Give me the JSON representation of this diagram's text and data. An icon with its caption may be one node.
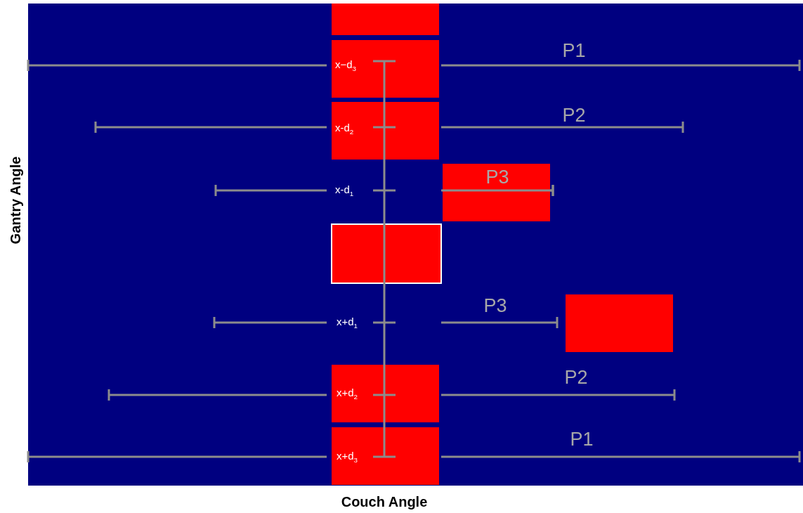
{
  "diagram": {
    "labels": [
      "Gantry Angle",
      "P1",
      "x−d$_{3}$",
      "P2",
      "x-d$_{2}$",
      "P3",
      "x-d$_{1}$",
      "P3",
      "x+d$_{1}$",
      "P2",
      "x+d$_{2}$",
      "P1",
      "x+d$_{3}$",
      "Couch Angle"
    ]
  }
}
